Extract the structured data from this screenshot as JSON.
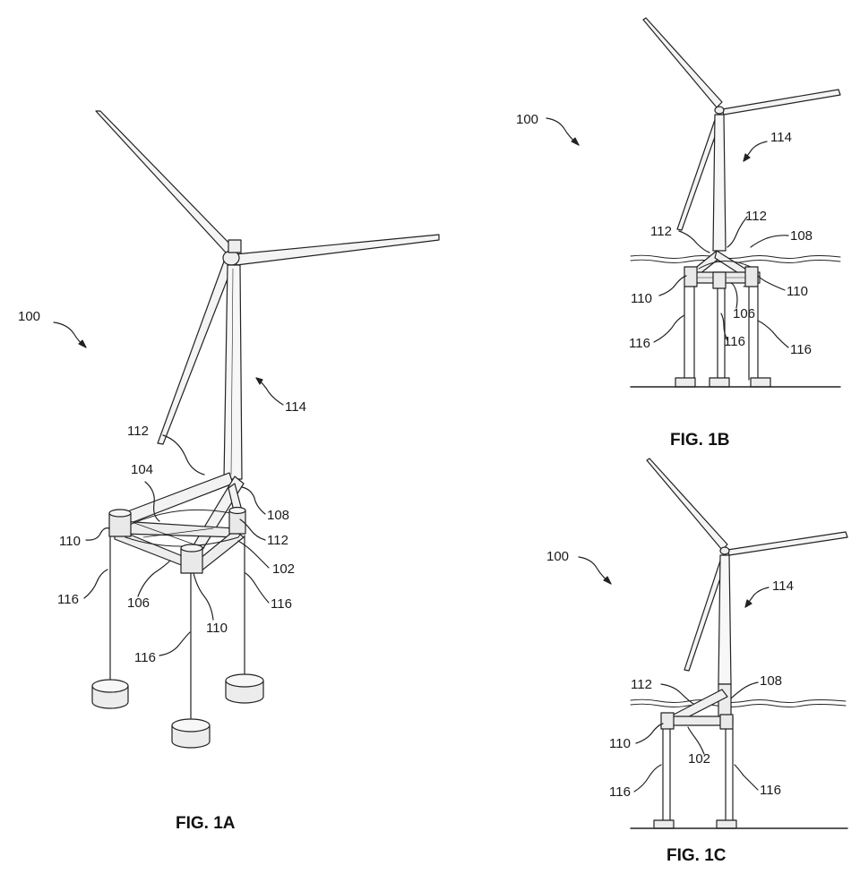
{
  "figures": [
    {
      "caption": "FIG. 1A",
      "labels": {
        "assembly": "100",
        "turbine": "114",
        "brace_upper": "112",
        "angle": "104",
        "tower_base": "108",
        "brace_right": "112",
        "left_column": "110",
        "beam": "102",
        "pontoon": "106",
        "front_column": "110",
        "line_left": "116",
        "line_right": "116",
        "line_front": "116"
      }
    },
    {
      "caption": "FIG. 1B",
      "labels": {
        "assembly": "100",
        "turbine": "114",
        "brace_left": "112",
        "brace_right": "112",
        "tower_base": "108",
        "column_left": "110",
        "column_right": "110",
        "pontoon": "106",
        "line_left": "116",
        "line_center": "116",
        "line_right": "116"
      }
    },
    {
      "caption": "FIG. 1C",
      "labels": {
        "assembly": "100",
        "turbine": "114",
        "brace": "112",
        "tower_base": "108",
        "column": "110",
        "beam": "102",
        "line_left": "116",
        "line_right": "116"
      }
    }
  ]
}
